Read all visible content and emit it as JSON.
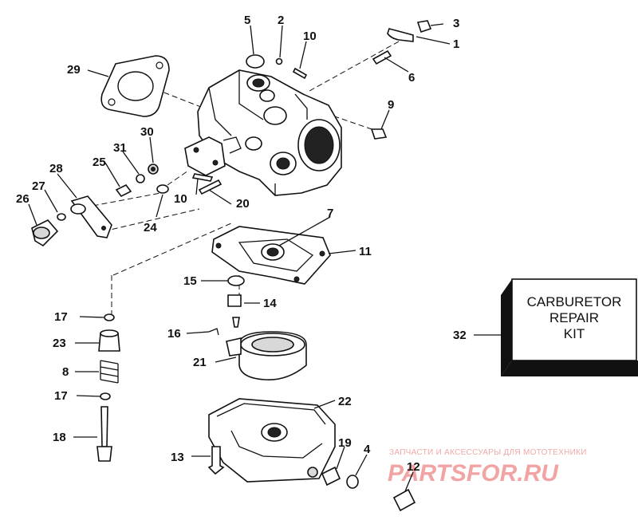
{
  "callouts": [
    {
      "id": "c1",
      "label": "1"
    },
    {
      "id": "c2",
      "label": "2"
    },
    {
      "id": "c3",
      "label": "3"
    },
    {
      "id": "c4",
      "label": "4"
    },
    {
      "id": "c5",
      "label": "5"
    },
    {
      "id": "c6",
      "label": "6"
    },
    {
      "id": "c7",
      "label": "7"
    },
    {
      "id": "c8",
      "label": "8"
    },
    {
      "id": "c9",
      "label": "9"
    },
    {
      "id": "c10a",
      "label": "10"
    },
    {
      "id": "c10b",
      "label": "10"
    },
    {
      "id": "c11",
      "label": "11"
    },
    {
      "id": "c12",
      "label": "12"
    },
    {
      "id": "c13",
      "label": "13"
    },
    {
      "id": "c14",
      "label": "14"
    },
    {
      "id": "c15",
      "label": "15"
    },
    {
      "id": "c16",
      "label": "16"
    },
    {
      "id": "c17a",
      "label": "17"
    },
    {
      "id": "c17b",
      "label": "17"
    },
    {
      "id": "c18",
      "label": "18"
    },
    {
      "id": "c19",
      "label": "19"
    },
    {
      "id": "c20",
      "label": "20"
    },
    {
      "id": "c21",
      "label": "21"
    },
    {
      "id": "c22",
      "label": "22"
    },
    {
      "id": "c23",
      "label": "23"
    },
    {
      "id": "c24",
      "label": "24"
    },
    {
      "id": "c25",
      "label": "25"
    },
    {
      "id": "c26",
      "label": "26"
    },
    {
      "id": "c27",
      "label": "27"
    },
    {
      "id": "c28",
      "label": "28"
    },
    {
      "id": "c29",
      "label": "29"
    },
    {
      "id": "c30",
      "label": "30"
    },
    {
      "id": "c31",
      "label": "31"
    },
    {
      "id": "c32",
      "label": "32"
    }
  ],
  "repair_kit": {
    "line1": "CARBURETOR",
    "line2": "REPAIR",
    "line3": "KIT"
  },
  "watermark": {
    "tagline": "ЗАПЧАСТИ И АКСЕССУАРЫ ДЛЯ МОТОТЕХНИКИ",
    "brand": "PARTSFOR.RU"
  }
}
